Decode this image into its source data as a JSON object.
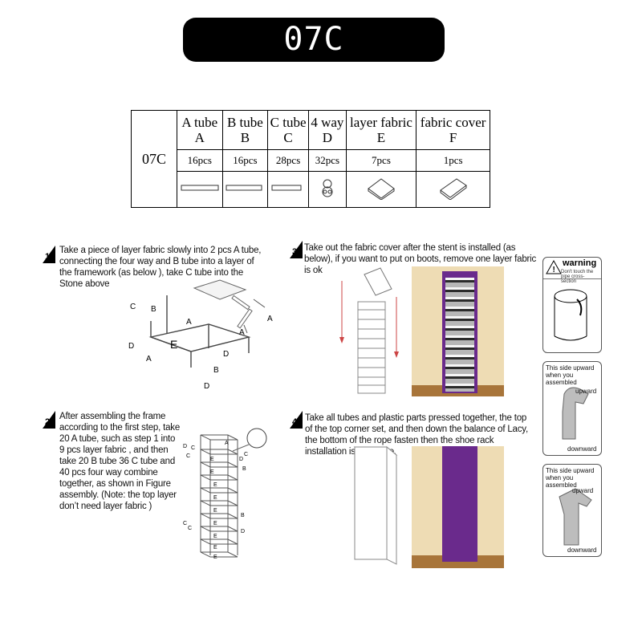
{
  "title": "07C instructions",
  "parts_table": {
    "model": "07C",
    "columns": [
      {
        "name": "A tube",
        "code": "A",
        "count": "16pcs",
        "icon": "tube-icon"
      },
      {
        "name": "B tube",
        "code": "B",
        "count": "16pcs",
        "icon": "tube-icon"
      },
      {
        "name": "C tube",
        "code": "C",
        "count": "28pcs",
        "icon": "tube-icon"
      },
      {
        "name": "4 way",
        "code": "D",
        "count": "32pcs",
        "icon": "connector-icon"
      },
      {
        "name": "layer fabric",
        "code": "E",
        "count": "7pcs",
        "icon": "fabric-sheet-icon"
      },
      {
        "name": "fabric cover",
        "code": "F",
        "count": "1pcs",
        "icon": "cover-box-icon"
      }
    ]
  },
  "steps": [
    {
      "number": "1",
      "text": "Take a piece of layer fabric slowly into 2 pcs A tube, connecting the four way and B tube into a layer of the framework (as below ), take C tube into the Stone above"
    },
    {
      "number": "2",
      "text": "After assembling the frame according to the first step, take 20 A tube, such as step 1 into 9 pcs layer fabric , and then take 20 B tube 36 C tube and 40 pcs four way combine together, as shown in Figure assembly. (Note: the top layer don’t need layer fabric )"
    },
    {
      "number": "3",
      "text": "Take out the fabric cover after the stent is installed (as below), if you want to put on boots, remove one layer fabric is ok"
    },
    {
      "number": "4",
      "text": "Take all tubes and plastic parts pressed together, the top of the top corner set, and then down the balance of Lacy, the bottom of the rope fasten then the shoe rack installation is complete."
    }
  ],
  "warning": {
    "label": "warning",
    "sub": "Don't touch the pipe cross-section"
  },
  "connector_notes": [
    {
      "caption": "This side upward when you assembled",
      "top_label": "upward",
      "bottom_label": "downward"
    },
    {
      "caption": "This side upward when you assembled",
      "top_label": "upward",
      "bottom_label": "downward"
    }
  ],
  "diagram_labels": {
    "step1": [
      "C",
      "B",
      "A",
      "A",
      "A",
      "D",
      "E",
      "D",
      "A",
      "B",
      "D"
    ],
    "step2": [
      "A",
      "D",
      "C",
      "C",
      "E",
      "D",
      "C",
      "E",
      "B",
      "E",
      "E",
      "E",
      "E",
      "E",
      "E",
      "B",
      "D",
      "C",
      "C",
      "E"
    ]
  },
  "colors": {
    "cover_purple": "#6a2a8c",
    "wall_beige": "#eedcb4",
    "floor_wood": "#a8753a",
    "ink": "#000000"
  }
}
